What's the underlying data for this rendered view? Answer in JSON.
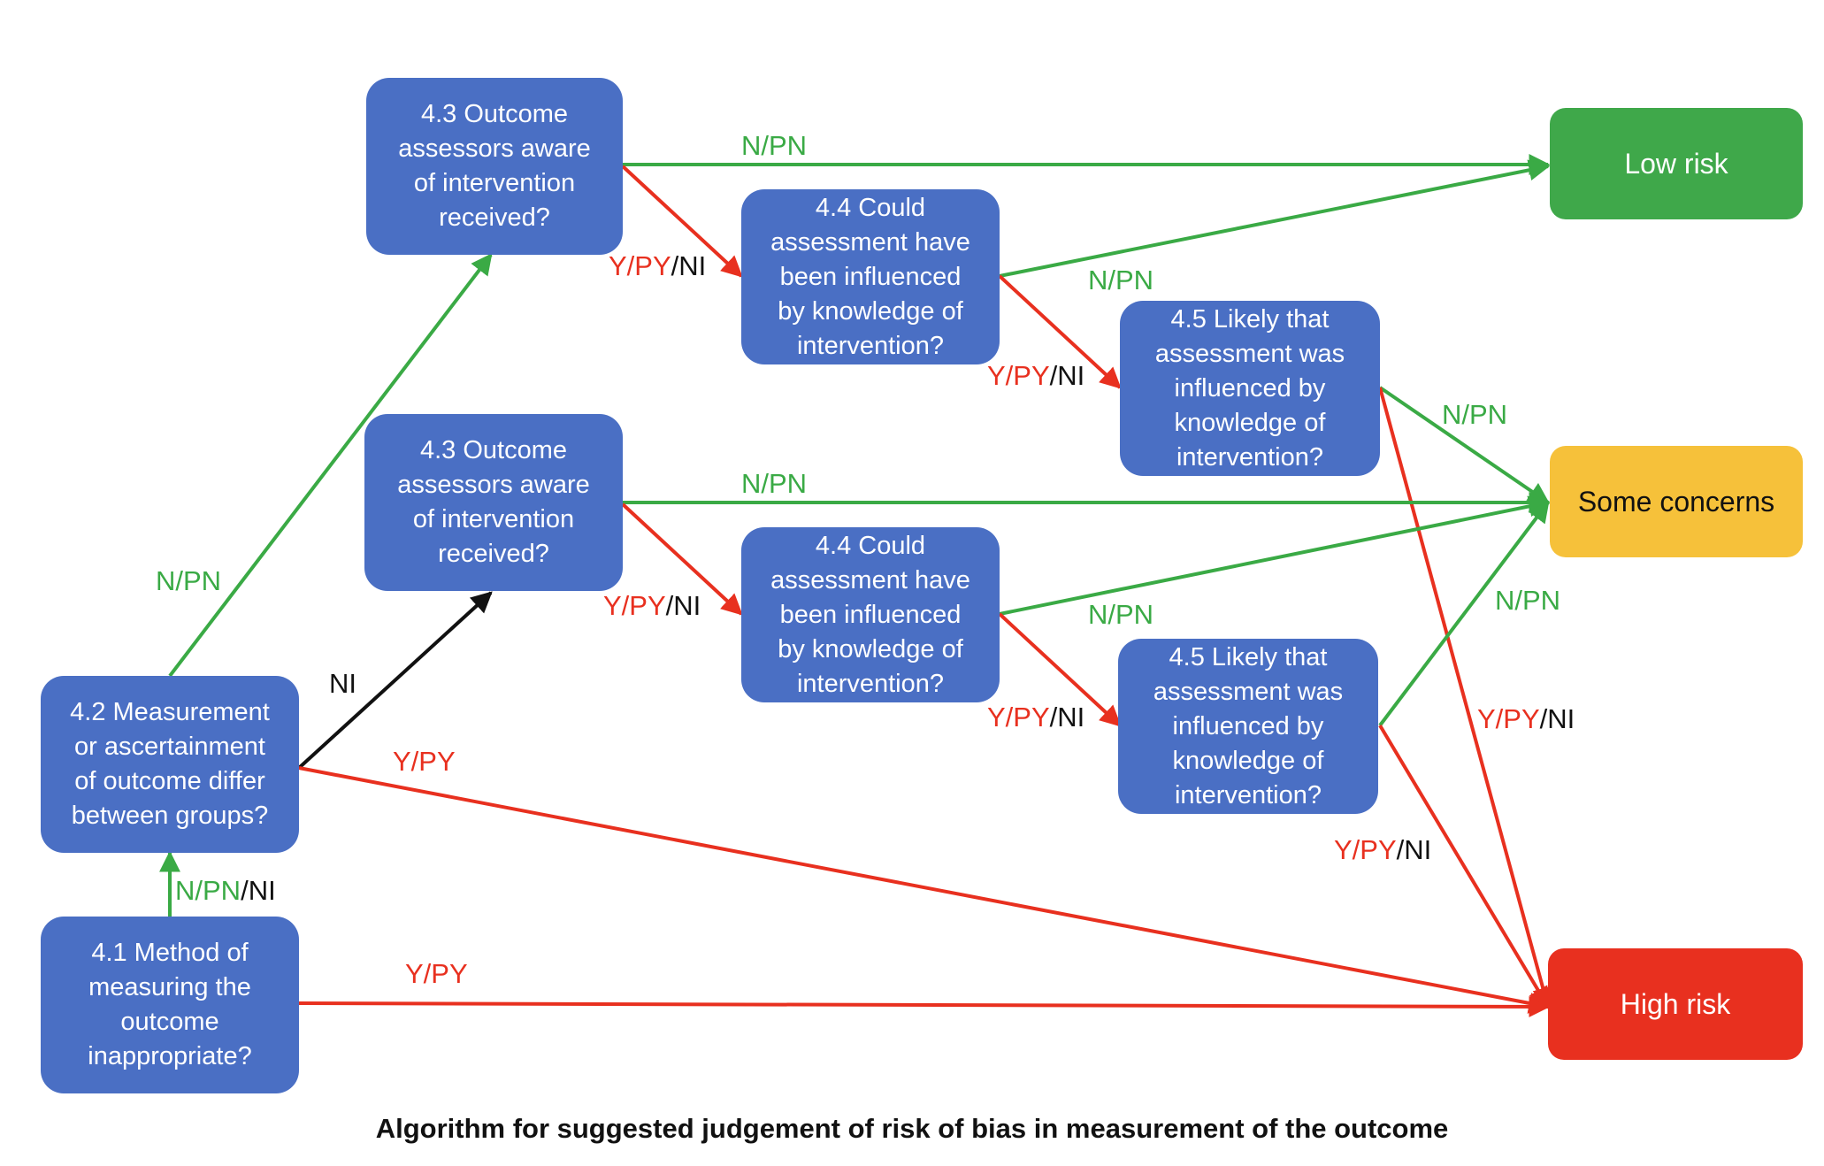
{
  "nodes": {
    "q41": "4.1 Method of\nmeasuring the\noutcome\ninappropriate?",
    "q42": "4.2 Measurement\nor ascertainment\nof outcome differ\nbetween groups?",
    "q43a": "4.3 Outcome\nassessors aware\nof intervention\nreceived?",
    "q43b": "4.3 Outcome\nassessors aware\nof intervention\nreceived?",
    "q44a": "4.4 Could\nassessment have\nbeen influenced\nby knowledge of\nintervention?",
    "q44b": "4.4 Could\nassessment have\nbeen influenced\nby knowledge of\nintervention?",
    "q45a": "4.5 Likely that\nassessment was\ninfluenced by\nknowledge of\nintervention?",
    "q45b": "4.5 Likely that\nassessment was\ninfluenced by\nknowledge of\nintervention?"
  },
  "outcomes": {
    "low": "Low risk",
    "some": "Some concerns",
    "high": "High risk"
  },
  "labels": {
    "n_pn": "N/PN",
    "y_py": "Y/PY",
    "sep": "/",
    "ni": "NI"
  },
  "caption": "Algorithm for suggested judgement of risk of bias in measurement of the outcome",
  "colors": {
    "green": "#3aaa45",
    "red": "#e8301f",
    "black": "#111111",
    "node_blue": "#4a6fc4",
    "low": "#3fa84a",
    "some": "#f6c13a",
    "high": "#e8301f"
  }
}
